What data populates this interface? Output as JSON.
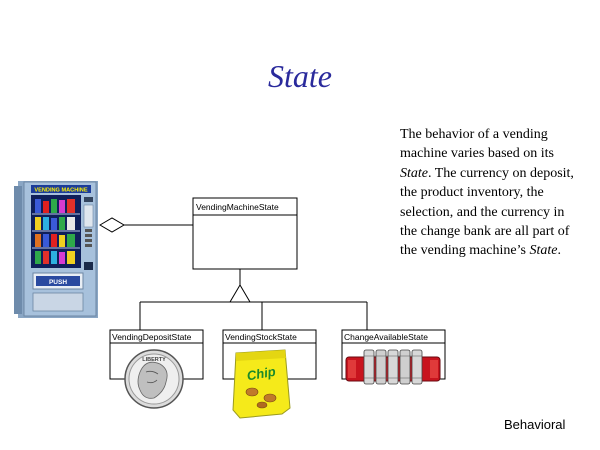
{
  "title": "State",
  "description": {
    "p1": "The behavior of a vending machine varies based on its ",
    "state1": "State",
    "p2": ".  The currency on deposit, the product inventory, the selection, and the currency in the change bank are all part of the vending machine’s ",
    "state2": "State",
    "p3": "."
  },
  "classes": {
    "parent": "VendingMachineState",
    "child1": "VendingDepositState",
    "child2": "VendingStockState",
    "child3": "ChangeAvailableState"
  },
  "machine_sign": "VENDING MACHINE",
  "machine_push": "PUSH",
  "chip_label": "Chip",
  "coin_label": "LIBERTY",
  "footer": "Behavioral",
  "colors": {
    "title": "#2a2a9c"
  }
}
